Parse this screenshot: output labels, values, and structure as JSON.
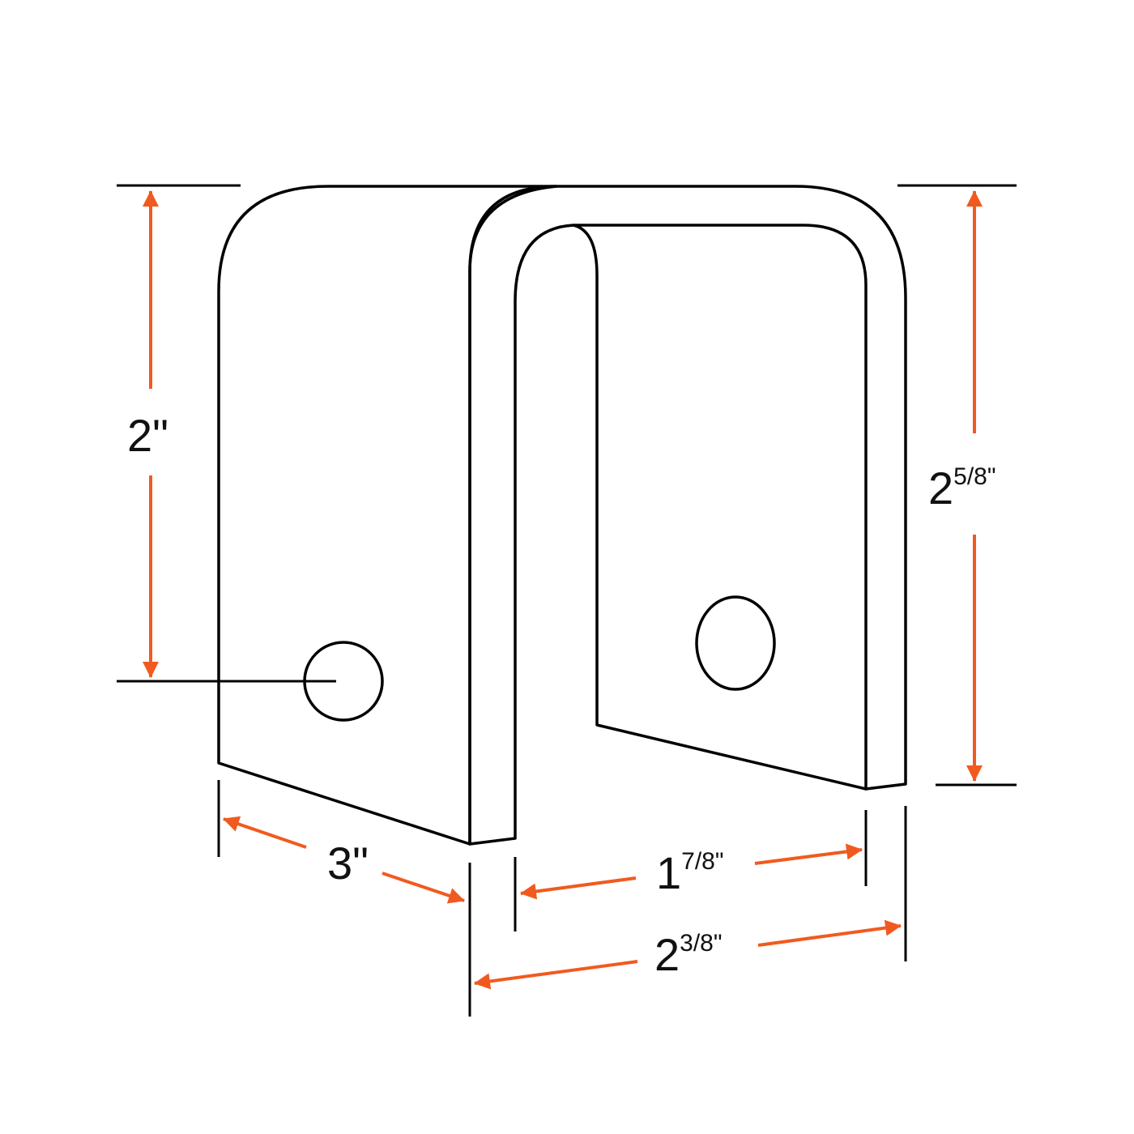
{
  "colors": {
    "outline": "#000000",
    "dimension_arrow": "#f15a1f",
    "background": "#ffffff"
  },
  "dimensions": {
    "hole_height": {
      "whole": "2",
      "fraction": "",
      "unit": "\""
    },
    "overall_height": {
      "whole": "2",
      "fraction": "5/8",
      "unit": "\""
    },
    "depth": {
      "whole": "3",
      "fraction": "",
      "unit": "\""
    },
    "inner_width": {
      "whole": "1",
      "fraction": "7/8",
      "unit": "\""
    },
    "outer_width": {
      "whole": "2",
      "fraction": "3/8",
      "unit": "\""
    }
  }
}
